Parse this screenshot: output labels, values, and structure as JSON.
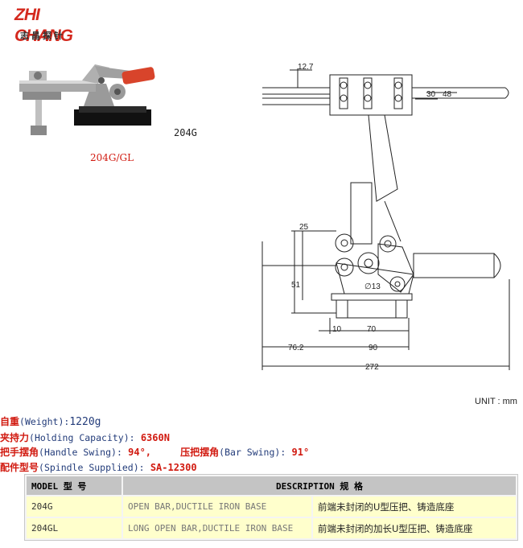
{
  "logo": {
    "brand": "ZHI CHANG",
    "sub": "志昌探针"
  },
  "photo": {
    "model_caption": "204G",
    "variant_caption": "204G/GL"
  },
  "drawing": {
    "top_view": {
      "dim_width": "12.7",
      "dim_30": "30",
      "dim_48": "48"
    },
    "side_view": {
      "dim_25": "25",
      "dim_51": "51",
      "dim_hole": "∅13",
      "dim_10": "10",
      "dim_70": "70",
      "dim_76": "76.2",
      "dim_90": "90",
      "dim_272": "272"
    }
  },
  "unit": "UNIT : mm",
  "specs": {
    "weight": {
      "label": "自重",
      "en": "(Weight)",
      "sep": ":",
      "value": "1220g"
    },
    "holding": {
      "label": "夹持力",
      "en": "(Holding Capacity)",
      "sep": ":",
      "value": "6360N"
    },
    "handle": {
      "label": "把手摆角",
      "en": "(Handle Swing)",
      "sep": ":",
      "value": "94°,"
    },
    "bar": {
      "label": "压把摆角",
      "en": "(Bar Swing)",
      "sep": ":",
      "value": "91°"
    },
    "spindle": {
      "label": "配件型号",
      "en": "(Spindle Supplied)",
      "sep": ":",
      "value": "SA-12300"
    }
  },
  "table": {
    "headers": {
      "model": "MODEL  型 号",
      "description": "DESCRIPTION   规 格"
    },
    "rows": [
      {
        "model": "204G",
        "desc_en": "OPEN BAR,DUCTILE IRON BASE",
        "desc_cn": "前端未封闭的U型压把、铸造底座"
      },
      {
        "model": "204GL",
        "desc_en": "LONG OPEN BAR,DUCTILE IRON BASE",
        "desc_cn": "前端未封闭的加长U型压把、铸造底座"
      }
    ]
  }
}
